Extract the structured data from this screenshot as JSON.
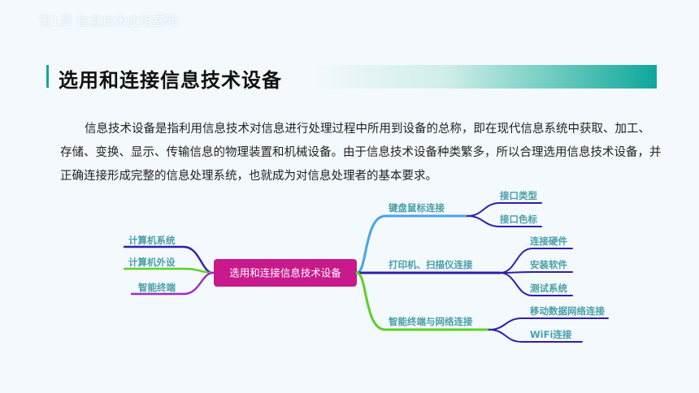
{
  "header": {
    "chapter": "第1章   信息技术应用基础",
    "title": "选用和连接信息技术设备"
  },
  "body": {
    "paragraph": "信息技术设备是指利用信息技术对信息进行处理过程中所用到设备的总称，即在现代信息系统中获取、加工、存储、变换、显示、传输信息的物理装置和机械设备。由于信息技术设备种类繁多，所以合理选用信息技术设备，并正确连接形成完整的信息处理系统，也就成为对信息处理者的基本要求。"
  },
  "mindmap": {
    "center": "选用和连接信息技术设备",
    "left": [
      {
        "label": "计算机系统",
        "color": "#2e1fa8"
      },
      {
        "label": "计算机外设",
        "color": "#5ad126"
      },
      {
        "label": "智能终端",
        "color": "#a02cc4"
      }
    ],
    "right": [
      {
        "label": "键盘鼠标连接",
        "color": "#4aa3e6",
        "children": [
          "接口类型",
          "接口色标"
        ]
      },
      {
        "label": "打印机、扫描仪连接",
        "color": "#2e1fa8",
        "children": [
          "连接硬件",
          "安装软件",
          "测试系统"
        ]
      },
      {
        "label": "智能终端与网络连接",
        "color": "#5ad126",
        "children": [
          "移动数据网络连接",
          "WiFi连接"
        ]
      }
    ],
    "center_color": "#c81a8c",
    "child_line_color": "#2e1fa8"
  }
}
